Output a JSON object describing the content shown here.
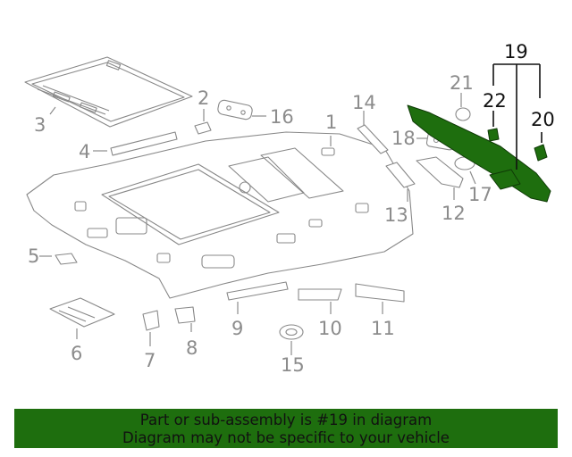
{
  "diagram": {
    "callouts": {
      "c1": "1",
      "c2": "2",
      "c3": "3",
      "c4": "4",
      "c5": "5",
      "c6": "6",
      "c7": "7",
      "c8": "8",
      "c9": "9",
      "c10": "10",
      "c11": "11",
      "c12": "12",
      "c13": "13",
      "c14": "14",
      "c15": "15",
      "c16": "16",
      "c17": "17",
      "c18": "18",
      "c19": "19",
      "c20": "20",
      "c21": "21",
      "c22": "22"
    },
    "highlighted_part": "19",
    "colors": {
      "highlight": "#1e6e0e",
      "line": "#888888",
      "banner_bg": "#1e6e0e"
    }
  },
  "banner": {
    "line1": "Part or sub-assembly is #19 in diagram",
    "line2": "Diagram may not be specific to your vehicle"
  }
}
